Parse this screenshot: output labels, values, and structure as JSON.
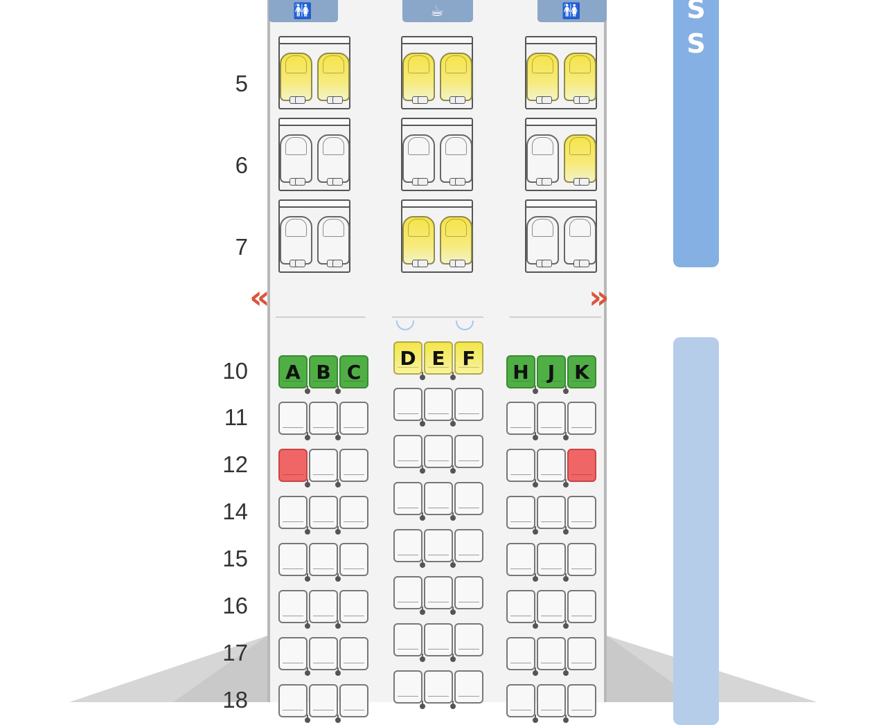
{
  "facilities": {
    "lavatory_left": "🚻",
    "galley": "☕",
    "lavatory_right": "🚻"
  },
  "side_panel": {
    "letters": [
      "S",
      "S"
    ]
  },
  "colors": {
    "available": "#f5e44a",
    "selected_or_extra_legroom": "#4faf45",
    "restricted": "#f06565",
    "panel": "#85b0e3",
    "exit": "#d9553a"
  },
  "exits": {
    "left": "«",
    "right": "»"
  },
  "business_rows": [
    {
      "row": "5",
      "seats": [
        {
          "status": "yellow"
        },
        {
          "status": "yellow"
        },
        {
          "status": "yellow"
        },
        {
          "status": "yellow"
        },
        {
          "status": "yellow"
        },
        {
          "status": "yellow"
        }
      ]
    },
    {
      "row": "6",
      "seats": [
        {
          "status": "white"
        },
        {
          "status": "white"
        },
        {
          "status": "white"
        },
        {
          "status": "white"
        },
        {
          "status": "white"
        },
        {
          "status": "yellow"
        }
      ]
    },
    {
      "row": "7",
      "seats": [
        {
          "status": "white"
        },
        {
          "status": "white"
        },
        {
          "status": "yellow"
        },
        {
          "status": "yellow"
        },
        {
          "status": "white"
        },
        {
          "status": "white"
        }
      ]
    }
  ],
  "economy_rows": [
    {
      "row": "10",
      "seats": [
        {
          "letter": "A",
          "status": "green"
        },
        {
          "letter": "B",
          "status": "green"
        },
        {
          "letter": "C",
          "status": "green"
        },
        {
          "letter": "D",
          "status": "yellow"
        },
        {
          "letter": "E",
          "status": "yellow"
        },
        {
          "letter": "F",
          "status": "yellow"
        },
        {
          "letter": "H",
          "status": "green"
        },
        {
          "letter": "J",
          "status": "green"
        },
        {
          "letter": "K",
          "status": "green"
        }
      ]
    },
    {
      "row": "11",
      "seats": [
        {
          "letter": "",
          "status": "white"
        },
        {
          "letter": "",
          "status": "white"
        },
        {
          "letter": "",
          "status": "white"
        },
        {
          "letter": "",
          "status": "white"
        },
        {
          "letter": "",
          "status": "white"
        },
        {
          "letter": "",
          "status": "white"
        },
        {
          "letter": "",
          "status": "white"
        },
        {
          "letter": "",
          "status": "white"
        },
        {
          "letter": "",
          "status": "white"
        }
      ]
    },
    {
      "row": "12",
      "seats": [
        {
          "letter": "",
          "status": "red"
        },
        {
          "letter": "",
          "status": "white"
        },
        {
          "letter": "",
          "status": "white"
        },
        {
          "letter": "",
          "status": "white"
        },
        {
          "letter": "",
          "status": "white"
        },
        {
          "letter": "",
          "status": "white"
        },
        {
          "letter": "",
          "status": "white"
        },
        {
          "letter": "",
          "status": "white"
        },
        {
          "letter": "",
          "status": "red"
        }
      ]
    },
    {
      "row": "14",
      "seats": [
        {
          "letter": "",
          "status": "white"
        },
        {
          "letter": "",
          "status": "white"
        },
        {
          "letter": "",
          "status": "white"
        },
        {
          "letter": "",
          "status": "white"
        },
        {
          "letter": "",
          "status": "white"
        },
        {
          "letter": "",
          "status": "white"
        },
        {
          "letter": "",
          "status": "white"
        },
        {
          "letter": "",
          "status": "white"
        },
        {
          "letter": "",
          "status": "white"
        }
      ]
    },
    {
      "row": "15",
      "seats": [
        {
          "letter": "",
          "status": "white"
        },
        {
          "letter": "",
          "status": "white"
        },
        {
          "letter": "",
          "status": "white"
        },
        {
          "letter": "",
          "status": "white"
        },
        {
          "letter": "",
          "status": "white"
        },
        {
          "letter": "",
          "status": "white"
        },
        {
          "letter": "",
          "status": "white"
        },
        {
          "letter": "",
          "status": "white"
        },
        {
          "letter": "",
          "status": "white"
        }
      ]
    },
    {
      "row": "16",
      "seats": [
        {
          "letter": "",
          "status": "white"
        },
        {
          "letter": "",
          "status": "white"
        },
        {
          "letter": "",
          "status": "white"
        },
        {
          "letter": "",
          "status": "white"
        },
        {
          "letter": "",
          "status": "white"
        },
        {
          "letter": "",
          "status": "white"
        },
        {
          "letter": "",
          "status": "white"
        },
        {
          "letter": "",
          "status": "white"
        },
        {
          "letter": "",
          "status": "white"
        }
      ]
    },
    {
      "row": "17",
      "seats": [
        {
          "letter": "",
          "status": "white"
        },
        {
          "letter": "",
          "status": "white"
        },
        {
          "letter": "",
          "status": "white"
        },
        {
          "letter": "",
          "status": "white"
        },
        {
          "letter": "",
          "status": "white"
        },
        {
          "letter": "",
          "status": "white"
        },
        {
          "letter": "",
          "status": "white"
        },
        {
          "letter": "",
          "status": "white"
        },
        {
          "letter": "",
          "status": "white"
        }
      ]
    },
    {
      "row": "18",
      "seats": [
        {
          "letter": "",
          "status": "white"
        },
        {
          "letter": "",
          "status": "white"
        },
        {
          "letter": "",
          "status": "white"
        },
        {
          "letter": "",
          "status": "white"
        },
        {
          "letter": "",
          "status": "white"
        },
        {
          "letter": "",
          "status": "white"
        },
        {
          "letter": "",
          "status": "white"
        },
        {
          "letter": "",
          "status": "white"
        },
        {
          "letter": "",
          "status": "white"
        }
      ]
    }
  ]
}
